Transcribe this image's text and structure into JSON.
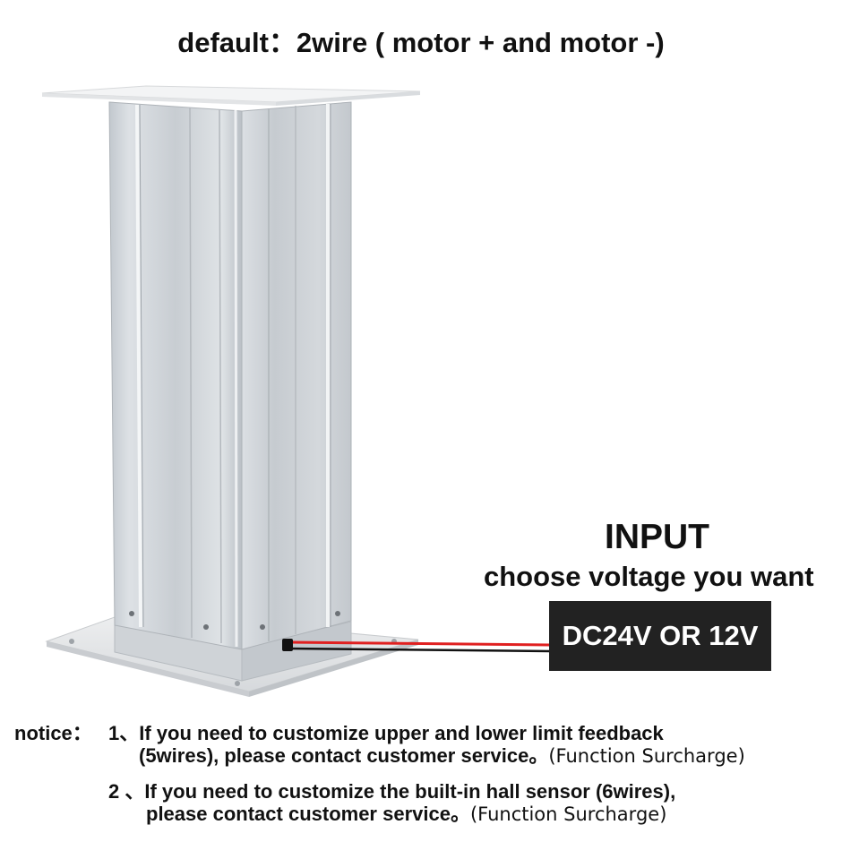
{
  "header": {
    "text": "default：2wire ( motor + and  motor -)"
  },
  "input": {
    "title": "INPUT",
    "subtitle": "choose voltage you want",
    "voltage": "DC24V OR 12V"
  },
  "notice": {
    "label": "notice：",
    "item1_line1": "1、If you need to customize upper and lower limit feedback",
    "item1_line2": "(5wires), please contact customer service。",
    "item1_surcharge": "(Function Surcharge)",
    "item2_line1": "2 、If you need to customize the built-in hall sensor (6wires),",
    "item2_line2": "please contact customer service。",
    "item2_surcharge": "(Function Surcharge)"
  },
  "colors": {
    "aluminum": "#c9ced3",
    "wire_red": "#e02020",
    "wire_black": "#111111",
    "label_bg": "#222222"
  },
  "icons": {
    "product": "lifting-column-image",
    "connector": "wire-connector-icon"
  }
}
